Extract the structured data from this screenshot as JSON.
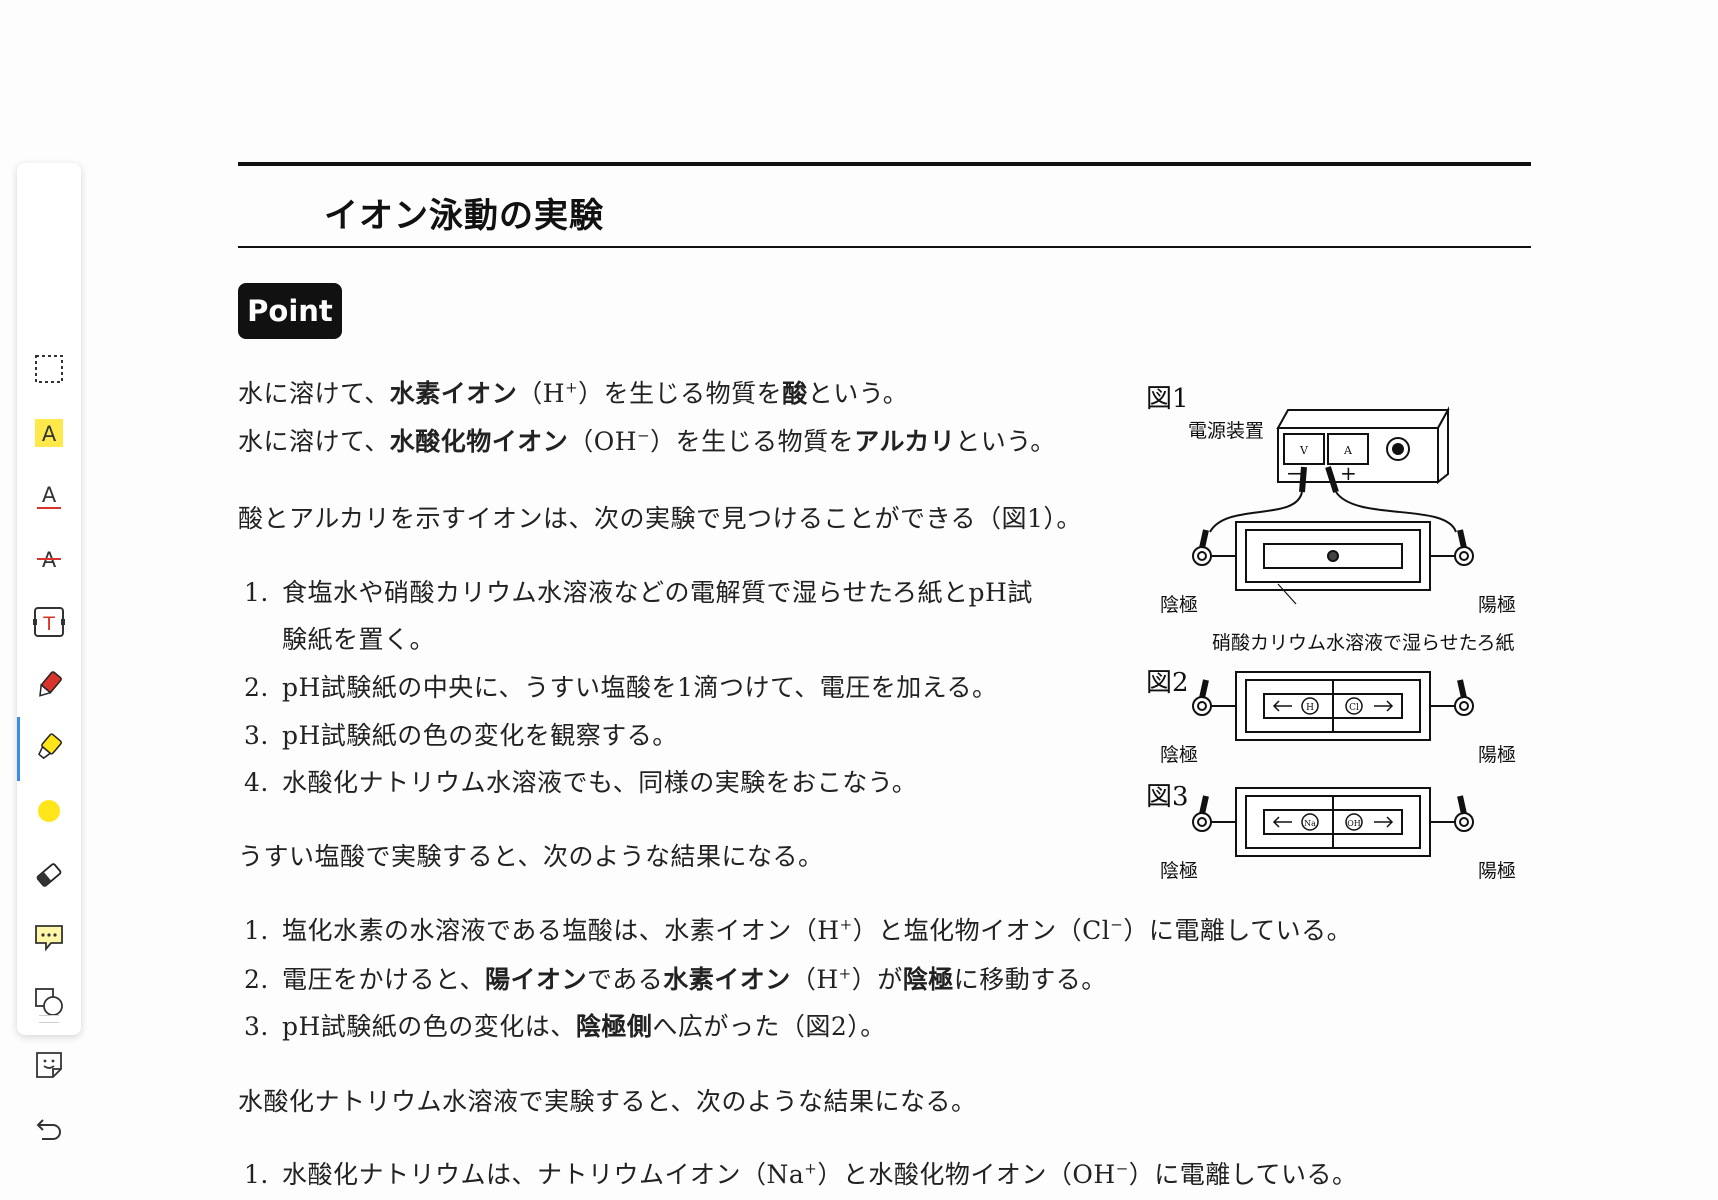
{
  "toolbar": {
    "tools": [
      {
        "name": "select",
        "label": "選択"
      },
      {
        "name": "highlight",
        "label": "A"
      },
      {
        "name": "underline",
        "label": "A"
      },
      {
        "name": "strikethrough",
        "label": "A"
      },
      {
        "name": "textbox",
        "label": "T"
      },
      {
        "name": "pen",
        "label": ""
      },
      {
        "name": "highlighter",
        "label": ""
      },
      {
        "name": "color",
        "label": ""
      },
      {
        "name": "eraser",
        "label": ""
      },
      {
        "name": "comment",
        "label": ""
      },
      {
        "name": "shapes",
        "label": ""
      },
      {
        "name": "sticker",
        "label": ""
      },
      {
        "name": "undo",
        "label": ""
      }
    ],
    "active_color": "#ffe51a",
    "active_tool": "highlighter"
  },
  "doc": {
    "title": "イオン泳動の実験",
    "point_label": "Point",
    "intro": {
      "l1_a": "水に溶けて、",
      "l1_b": "水素イオン",
      "l1_c": "（H",
      "l1_sup": "+",
      "l1_d": "）を生じる物質を",
      "l1_e": "酸",
      "l1_f": "という。",
      "l2_a": "水に溶けて、",
      "l2_b": "水酸化物イオン",
      "l2_c": "（OH",
      "l2_sup": "−",
      "l2_d": "）を生じる物質を",
      "l2_e": "アルカリ",
      "l2_f": "という。"
    },
    "para1": "酸とアルカリを示すイオンは、次の実験で見つけることができる（図1）。",
    "steps": [
      {
        "num": "1.",
        "text": "食塩水や硝酸カリウム水溶液などの電解質で湿らせたろ紙とpH試",
        "cont": "験紙を置く。"
      },
      {
        "num": "2.",
        "text": "pH試験紙の中央に、うすい塩酸を1滴つけて、電圧を加える。"
      },
      {
        "num": "3.",
        "text": "pH試験紙の色の変化を観察する。"
      },
      {
        "num": "4.",
        "text": "水酸化ナトリウム水溶液でも、同様の実験をおこなう。"
      }
    ],
    "para2": "うすい塩酸で実験すると、次のような結果になる。",
    "results_hcl": {
      "r1": {
        "num": "1.",
        "a": "塩化水素の水溶液である塩酸は、水素イオン（H",
        "sup1": "+",
        "b": "）と塩化物イオン（Cl",
        "sup2": "−",
        "c": "）に電離している。"
      },
      "r2": {
        "num": "2.",
        "a": "電圧をかけると、",
        "b": "陽イオン",
        "c": "である",
        "d": "水素イオン",
        "e": "（H",
        "sup": "+",
        "f": "）が",
        "g": "陰極",
        "h": "に移動する。"
      },
      "r3": {
        "num": "3.",
        "a": "pH試験紙の色の変化は、",
        "b": "陰極側",
        "c": "へ広がった（図2）。"
      }
    },
    "para3": "水酸化ナトリウム水溶液で実験すると、次のような結果になる。",
    "results_naoh": {
      "r1": {
        "num": "1.",
        "a": "水酸化ナトリウムは、ナトリウムイオン（Na",
        "sup1": "+",
        "b": "）と水酸化物イオン（OH",
        "sup2": "−",
        "c": "）に電離している。"
      }
    }
  },
  "figure": {
    "fig1": "図1",
    "fig2": "図2",
    "fig3": "図3",
    "power_supply": "電源装置",
    "cathode": "陰極",
    "anode": "陽極",
    "paper_note": "硝酸カリウム水溶液で湿らせたろ紙",
    "meter_v": "V",
    "meter_a": "A",
    "minus": "−",
    "plus": "+",
    "ion_h": "H",
    "ion_cl": "Cl",
    "ion_na": "Na",
    "ion_oh": "OH"
  }
}
